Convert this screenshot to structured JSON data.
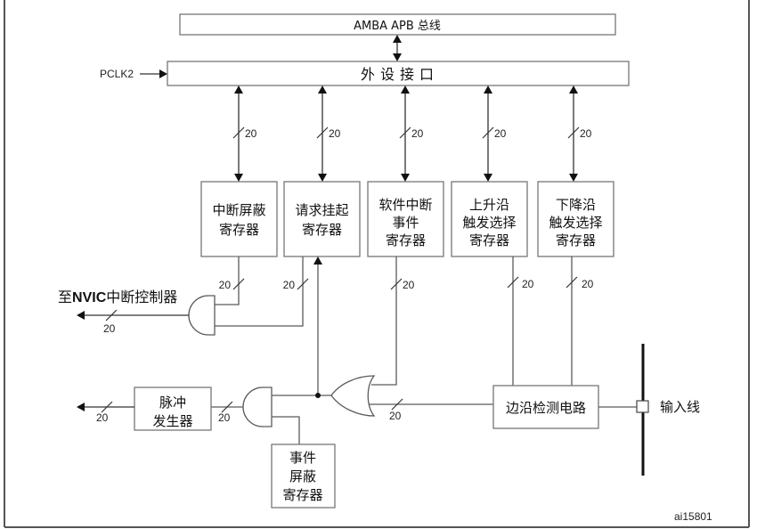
{
  "bus": {
    "label": "AMBA APB 总线"
  },
  "peripheral_interface": {
    "label": "外设接口"
  },
  "clock": {
    "label": "PCLK2"
  },
  "bus_width": "20",
  "registers": [
    {
      "name": "interrupt-mask-register",
      "lines": [
        "中断屏蔽",
        "寄存器"
      ]
    },
    {
      "name": "pending-request-register",
      "lines": [
        "请求挂起",
        "寄存器"
      ]
    },
    {
      "name": "software-interrupt-event-register",
      "lines": [
        "软件中断",
        "事件",
        "寄存器"
      ]
    },
    {
      "name": "rising-trigger-selection-register",
      "lines": [
        "上升沿",
        "触发选择",
        "寄存器"
      ]
    },
    {
      "name": "falling-trigger-selection-register",
      "lines": [
        "下降沿",
        "触发选择",
        "寄存器"
      ]
    }
  ],
  "event_mask": {
    "lines": [
      "事件",
      "屏蔽",
      "寄存器"
    ]
  },
  "pulse_generator": {
    "lines": [
      "脉冲",
      "发生器"
    ]
  },
  "edge_detect": {
    "label": "边沿检测电路"
  },
  "input_line": {
    "label": "输入线"
  },
  "nvic_output": {
    "prefix": "至",
    "bold": "NVIC",
    "suffix": "中断控制器"
  },
  "figure_id": "ai15801"
}
